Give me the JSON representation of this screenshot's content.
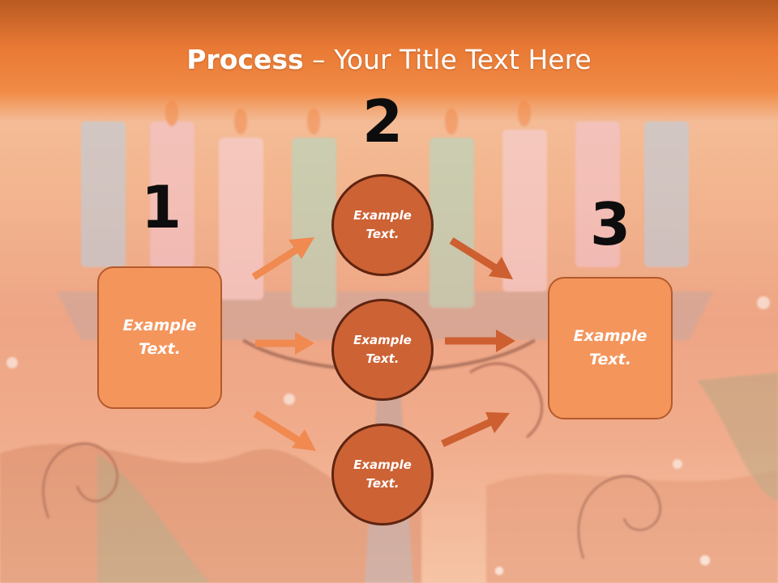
{
  "title": {
    "bold": "Process",
    "rest": " – Your Title Text Here"
  },
  "colors": {
    "header": "#e97a35",
    "box_fill": "#f4955c",
    "circle_fill": "#cd6235",
    "circle_stroke": "#5e2410",
    "arrow_light": "#f08a50",
    "arrow_dark": "#cd5f30"
  },
  "steps": [
    {
      "number": "1",
      "label": "Example Text."
    },
    {
      "number": "2",
      "items": [
        "Example Text.",
        "Example Text.",
        "Example Text."
      ]
    },
    {
      "number": "3",
      "label": "Example Text."
    }
  ]
}
